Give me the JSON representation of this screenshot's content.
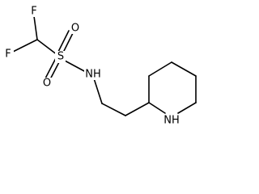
{
  "molecule": {
    "atoms": {
      "f_top": "F",
      "f_left": "F",
      "sulfur": "S",
      "oxygen_top": "O",
      "oxygen_bottom": "O",
      "amine_nh": "NH",
      "ring_nh": "NH"
    }
  },
  "colors": {
    "bond": "#000000",
    "label": "#000000",
    "background": "#ffffff"
  }
}
